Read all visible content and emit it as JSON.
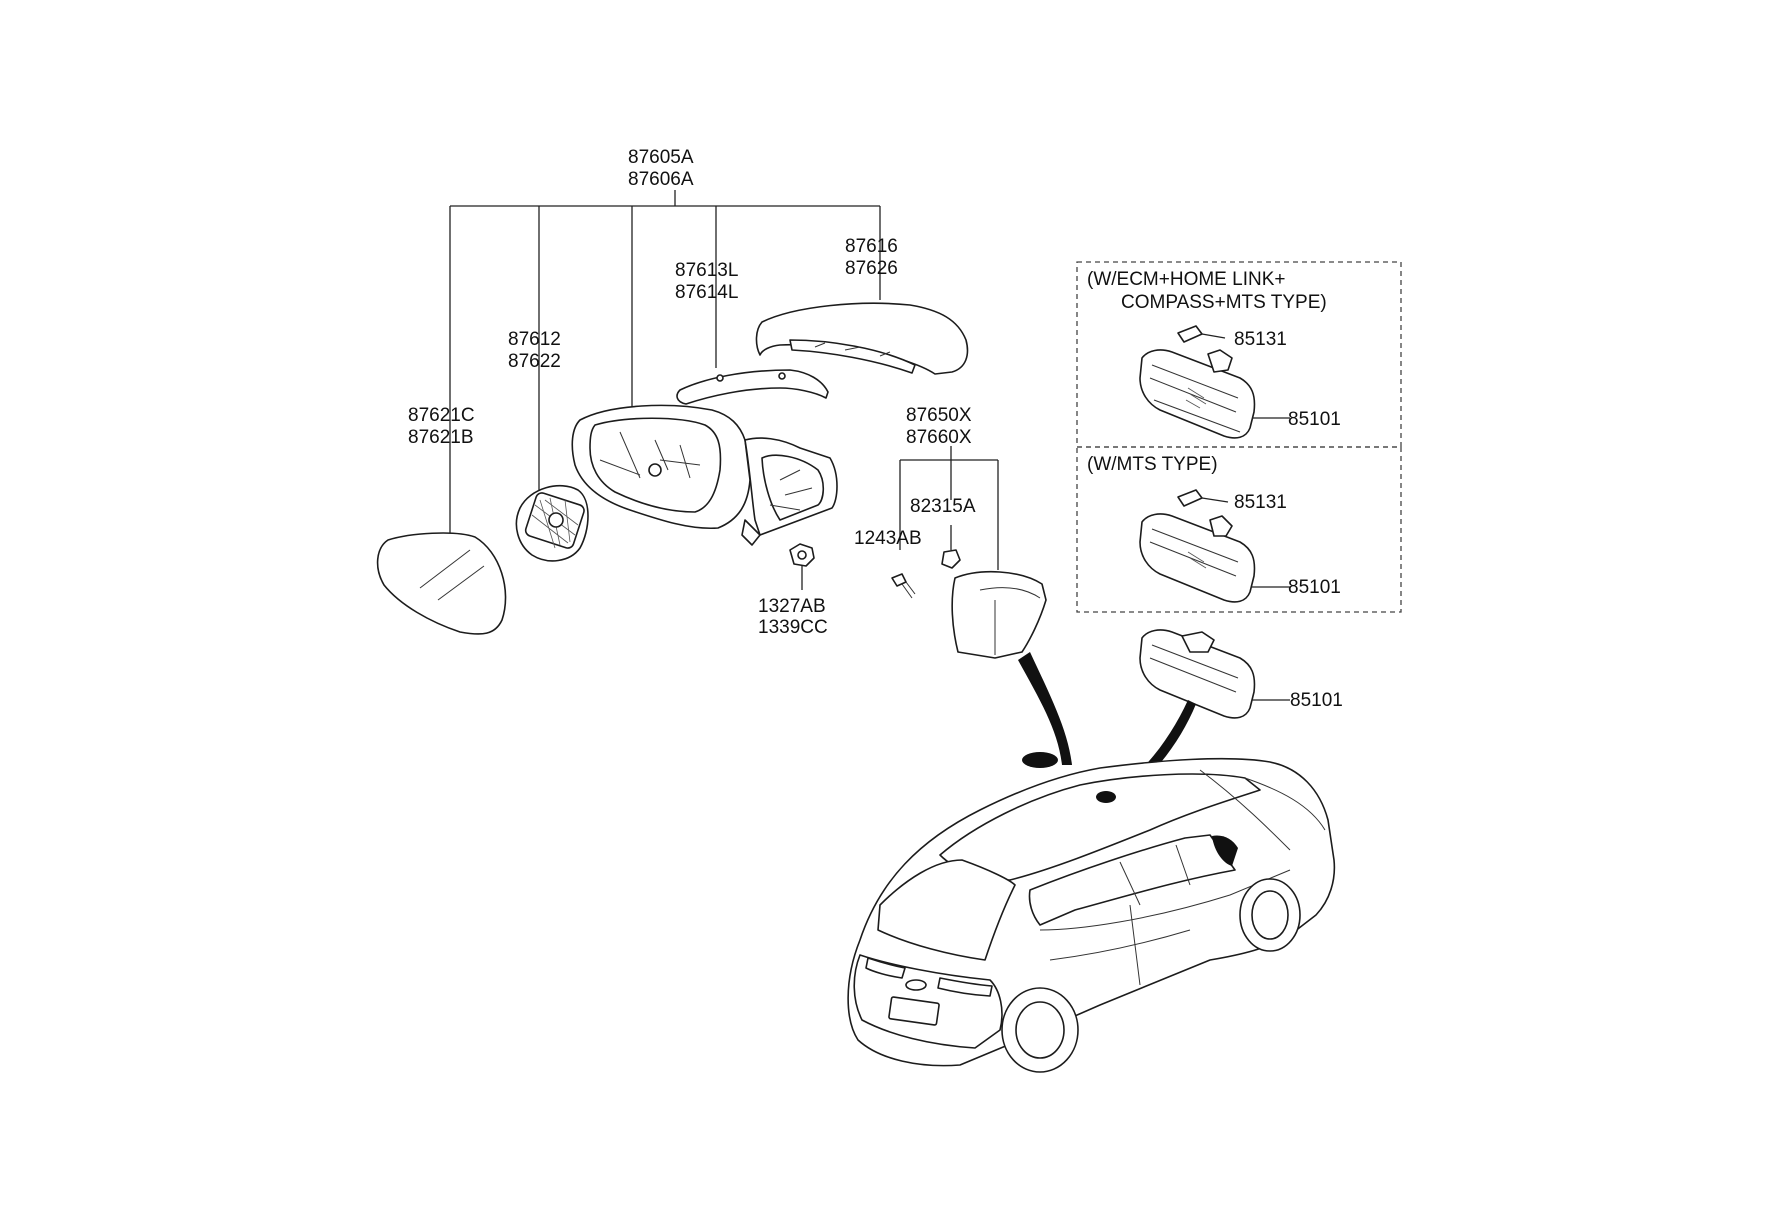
{
  "labels": {
    "assy_a": "87605A",
    "assy_b": "87606A",
    "scalp_a": "87616",
    "scalp_b": "87626",
    "lamp_a": "87613L",
    "lamp_b": "87614L",
    "actuator_a": "87612",
    "actuator_b": "87622",
    "glass_a": "87621C",
    "glass_b": "87621B",
    "nut_a": "1327AB",
    "nut_b": "1339CC",
    "cover_a": "87650X",
    "cover_b": "87660X",
    "clip": "82315A",
    "screw": "1243AB",
    "inner_mirror": "85101",
    "inner_cover": "85131"
  },
  "boxes": {
    "ecm_line1": "(W/ECM+HOME LINK+",
    "ecm_line2": "COMPASS+MTS TYPE)",
    "mts": "(W/MTS TYPE)"
  }
}
